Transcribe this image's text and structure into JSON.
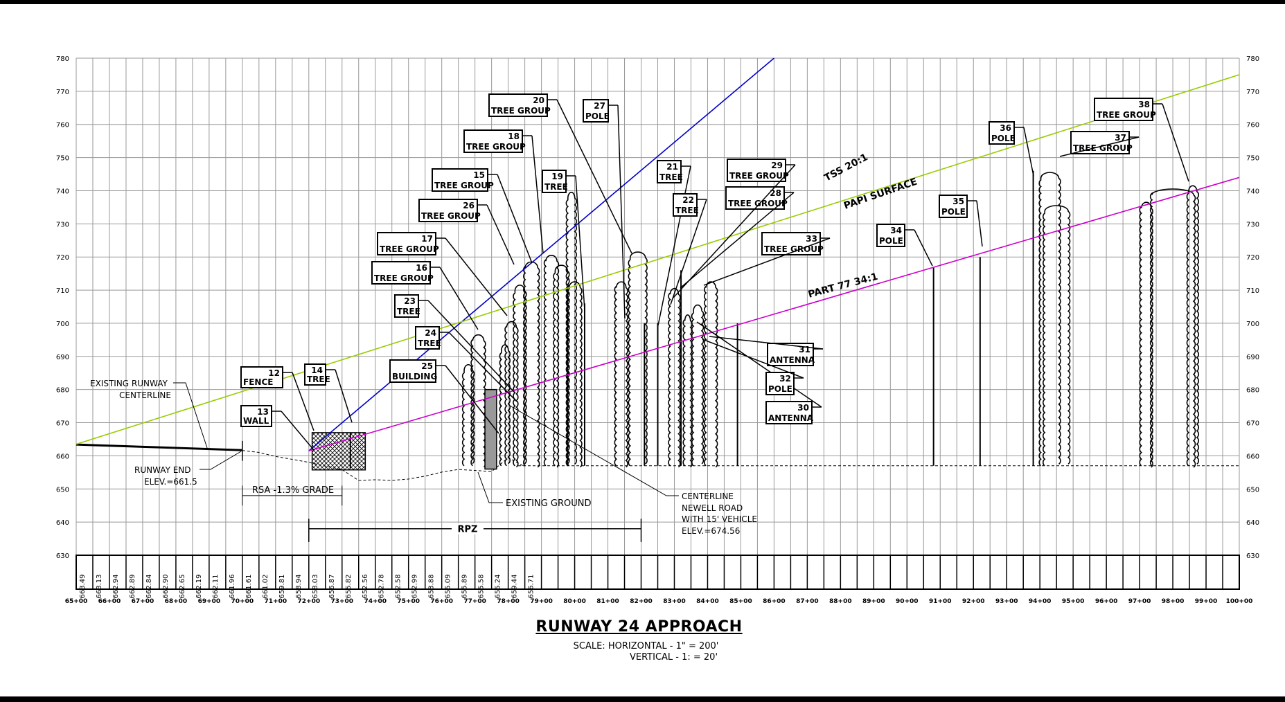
{
  "title": "RUNWAY 24 APPROACH",
  "scale_horizontal": "SCALE: HORIZONTAL - 1\" = 200'",
  "scale_vertical": "VERTICAL - 1: = 20'",
  "colors": {
    "tss": "#0000cc",
    "papi": "#99cc00",
    "part77": "#cc00cc",
    "grid": "#999999"
  },
  "chart_data": {
    "type": "line",
    "ylim": [
      630,
      780
    ],
    "xlim_station": [
      65,
      100
    ],
    "y_ticks": [
      630,
      640,
      650,
      660,
      670,
      680,
      690,
      700,
      710,
      720,
      730,
      740,
      750,
      760,
      770,
      780
    ],
    "x_ticks": [
      "65+00",
      "66+00",
      "67+00",
      "68+00",
      "69+00",
      "70+00",
      "71+00",
      "72+00",
      "73+00",
      "74+00",
      "75+00",
      "76+00",
      "77+00",
      "78+00",
      "79+00",
      "80+00",
      "81+00",
      "82+00",
      "83+00",
      "84+00",
      "85+00",
      "86+00",
      "87+00",
      "88+00",
      "89+00",
      "90+00",
      "91+00",
      "92+00",
      "93+00",
      "94+00",
      "95+00",
      "96+00",
      "97+00",
      "98+00",
      "99+00",
      "100+00"
    ],
    "ground_elevations": [
      "663.49",
      "663.13",
      "662.94",
      "662.89",
      "662.84",
      "662.90",
      "662.65",
      "662.19",
      "662.11",
      "661.96",
      "661.61",
      "661.02",
      "659.81",
      "658.94",
      "658.03",
      "656.87",
      "655.82",
      "652.56",
      "652.78",
      "652.58",
      "652.99",
      "653.88",
      "655.09",
      "655.89",
      "655.58",
      "655.24",
      "659.44",
      "656.71"
    ],
    "surfaces": [
      {
        "name": "TSS 20:1",
        "x": [
          72.0,
          86.0
        ],
        "y": [
          661.5,
          780
        ]
      },
      {
        "name": "PAPI SURFACE",
        "x": [
          65.0,
          100.0
        ],
        "y": [
          663.5,
          775
        ]
      },
      {
        "name": "PART 77 34:1",
        "x": [
          72.0,
          100.0
        ],
        "y": [
          661.5,
          744
        ]
      }
    ],
    "obstructions": [
      {
        "num": "12",
        "label": "FENCE"
      },
      {
        "num": "13",
        "label": "WALL"
      },
      {
        "num": "14",
        "label": "TREE"
      },
      {
        "num": "15",
        "label": "TREE GROUP"
      },
      {
        "num": "16",
        "label": "TREE GROUP"
      },
      {
        "num": "17",
        "label": "TREE GROUP"
      },
      {
        "num": "18",
        "label": "TREE GROUP"
      },
      {
        "num": "19",
        "label": "TREE"
      },
      {
        "num": "20",
        "label": "TREE GROUP"
      },
      {
        "num": "21",
        "label": "TREE"
      },
      {
        "num": "22",
        "label": "TREE"
      },
      {
        "num": "23",
        "label": "TREE"
      },
      {
        "num": "24",
        "label": "TREE"
      },
      {
        "num": "25",
        "label": "BUILDING"
      },
      {
        "num": "26",
        "label": "TREE GROUP"
      },
      {
        "num": "27",
        "label": "POLE"
      },
      {
        "num": "28",
        "label": "TREE GROUP"
      },
      {
        "num": "29",
        "label": "TREE GROUP"
      },
      {
        "num": "30",
        "label": "ANTENNA"
      },
      {
        "num": "31",
        "label": "ANTENNA"
      },
      {
        "num": "32",
        "label": "POLE"
      },
      {
        "num": "33",
        "label": "TREE GROUP"
      },
      {
        "num": "34",
        "label": "POLE"
      },
      {
        "num": "35",
        "label": "POLE"
      },
      {
        "num": "36",
        "label": "POLE"
      },
      {
        "num": "37",
        "label": "TREE GROUP"
      },
      {
        "num": "38",
        "label": "TREE GROUP"
      }
    ]
  },
  "annotations": {
    "existing_runway_1": "EXISTING RUNWAY",
    "existing_runway_2": "CENTERLINE",
    "runway_end_1": "RUNWAY END",
    "runway_end_2": "ELEV.=661.5",
    "rsa": "RSA -1.3% GRADE",
    "rpz": "RPZ",
    "existing_ground": "EXISTING GROUND",
    "newell_1": "CENTERLINE",
    "newell_2": "NEWELL ROAD",
    "newell_3": "WITH 15' VEHICLE",
    "newell_4": "ELEV.=674.56",
    "tss_label": "TSS 20:1",
    "papi_label": "PAPI SURFACE",
    "part77_label": "PART 77 34:1"
  }
}
